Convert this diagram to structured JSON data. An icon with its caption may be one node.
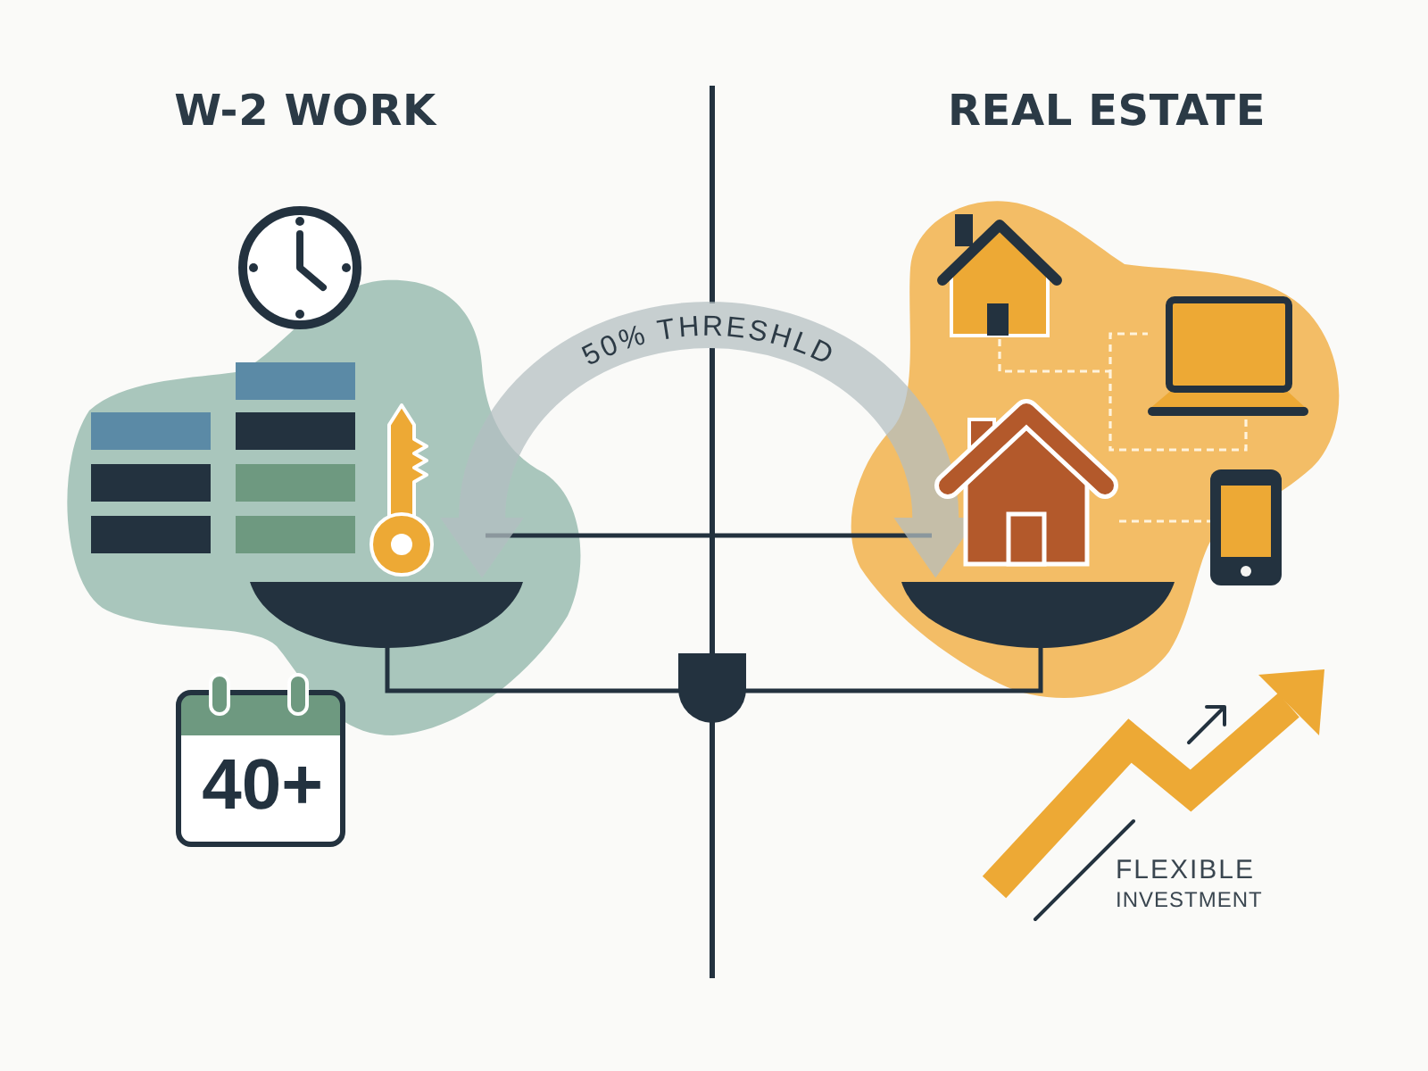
{
  "diagram": {
    "nodes": [
      {
        "text": [],
        "shape": "house"
      },
      {
        "text": [],
        "shape": "laptop"
      },
      {
        "text": [],
        "shape": "house"
      },
      {
        "text": [],
        "shape": "phone"
      },
      {
        "text": [],
        "shape": "bowl"
      },
      {
        "text": [],
        "shape": "bowl"
      }
    ],
    "edges": [
      {
        "from": 4,
        "to": 5,
        "arrow": "both",
        "label": "50% THRESHLD",
        "style": "thick",
        "color": "#b4bfc2"
      },
      {
        "from": 0,
        "to": 1,
        "arrow": "none",
        "style": "dashed"
      },
      {
        "from": 2,
        "to": 3,
        "arrow": "none",
        "style": "dashed"
      }
    ],
    "labels": [
      "W-2 WORK",
      "REAL ESTATE",
      "40+",
      "FLEXIBLE INVESTMENT"
    ]
  }
}
